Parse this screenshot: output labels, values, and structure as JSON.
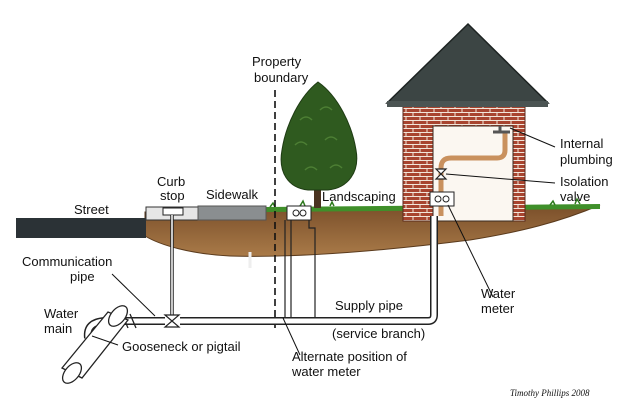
{
  "labels": {
    "street": "Street",
    "curb_stop_1": "Curb",
    "curb_stop_2": "stop",
    "sidewalk": "Sidewalk",
    "property_boundary_1": "Property",
    "property_boundary_2": "boundary",
    "landscaping": "Landscaping",
    "internal_plumbing_1": "Internal",
    "internal_plumbing_2": "plumbing",
    "isolation_valve_1": "Isolation",
    "isolation_valve_2": "valve",
    "communication_pipe_1": "Communication",
    "communication_pipe_2": "pipe",
    "water_main_1": "Water",
    "water_main_2": "main",
    "gooseneck": "Gooseneck or pigtail",
    "supply_pipe": "Supply pipe",
    "service_branch": "(service branch)",
    "alternate_meter_1": "Alternate position of",
    "alternate_meter_2": "water meter",
    "water_meter_1": "Water",
    "water_meter_2": "meter"
  },
  "credit": "Timothy Phillips 2008",
  "colors": {
    "soil": "#9a6a3c",
    "soil_dark": "#6e4522",
    "grass": "#3f8f2a",
    "road": "#2b3236",
    "sidewalk": "#8a8e90",
    "brick": "#a8442f",
    "mortar": "#f2e6da",
    "roof": "#3c4544",
    "tree": "#2f5a1f",
    "pipe": "#ffffff",
    "copper": "#c9915e"
  }
}
